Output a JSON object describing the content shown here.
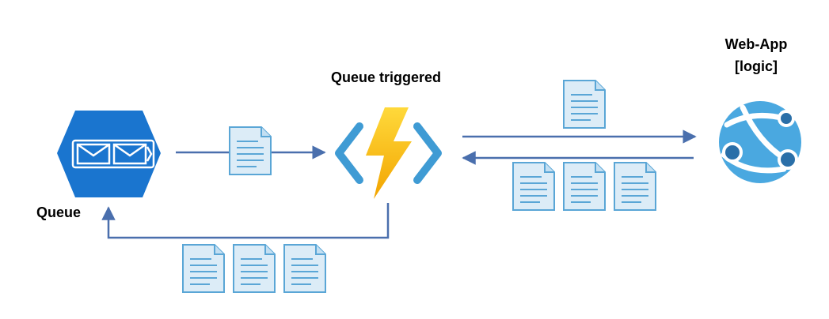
{
  "labels": {
    "queue": "Queue",
    "function": "Queue triggered",
    "webapp_line1": "Web-App",
    "webapp_line2": "[logic]"
  },
  "icons": {
    "queue": "queue-storage-icon",
    "function": "azure-function-icon",
    "webapp": "web-app-icon",
    "message": "document-icon"
  },
  "colors": {
    "queue_hex": "#1a75cf",
    "lightning_top": "#ffd93b",
    "lightning_bottom": "#f2a400",
    "bracket": "#3f9bd4",
    "webapp_globe": "#4aa8e0",
    "arrow": "#4a6fad",
    "doc_fill": "#dcecf7",
    "doc_stroke": "#5aa6d6"
  }
}
